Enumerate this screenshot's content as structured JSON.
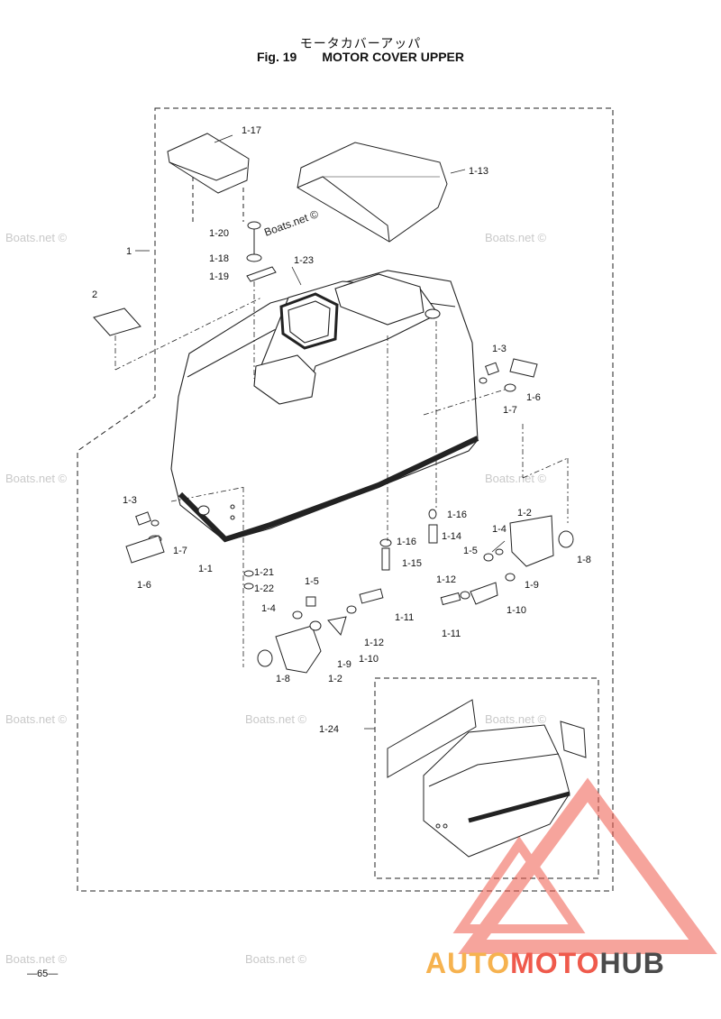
{
  "header": {
    "title_jp": "モータカバーアッパ",
    "fig_label": "Fig. 19",
    "title_en": "MOTOR COVER UPPER"
  },
  "labels": {
    "l_1": "1",
    "l_2": "2",
    "l_1_1": "1-1",
    "l_1_2a": "1-2",
    "l_1_2b": "1-2",
    "l_1_3a": "1-3",
    "l_1_3b": "1-3",
    "l_1_4a": "1-4",
    "l_1_4b": "1-4",
    "l_1_5a": "1-5",
    "l_1_5b": "1-5",
    "l_1_6a": "1-6",
    "l_1_6b": "1-6",
    "l_1_7a": "1-7",
    "l_1_7b": "1-7",
    "l_1_8a": "1-8",
    "l_1_8b": "1-8",
    "l_1_9a": "1-9",
    "l_1_9b": "1-9",
    "l_1_10a": "1-10",
    "l_1_10b": "1-10",
    "l_1_11a": "1-11",
    "l_1_11b": "1-11",
    "l_1_12a": "1-12",
    "l_1_12b": "1-12",
    "l_1_13": "1-13",
    "l_1_14": "1-14",
    "l_1_15": "1-15",
    "l_1_16a": "1-16",
    "l_1_16b": "1-16",
    "l_1_17": "1-17",
    "l_1_18": "1-18",
    "l_1_19": "1-19",
    "l_1_20": "1-20",
    "l_1_21": "1-21",
    "l_1_22": "1-22",
    "l_1_23": "1-23",
    "l_1_24": "1-24"
  },
  "watermark": {
    "text": "Boats.net ©"
  },
  "footer": {
    "page_number": "—65—",
    "brand_auto": "AUTO",
    "brand_moto": "MOTO",
    "brand_hub": "HUB"
  },
  "colors": {
    "brand_orange": "#f6b24f",
    "brand_red": "#ef5a4c",
    "brand_gray": "#4b4b4b",
    "watermark": "#c9c9c9"
  }
}
